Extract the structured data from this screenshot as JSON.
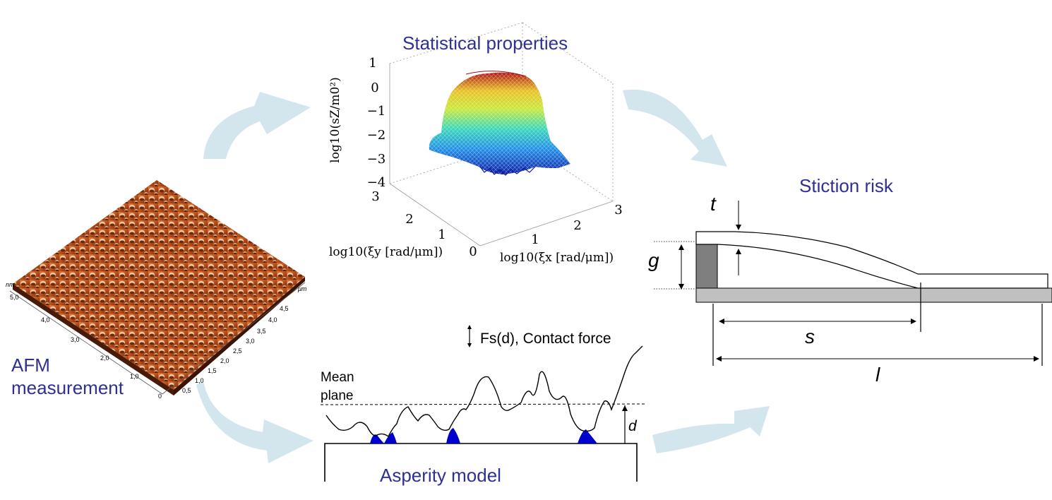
{
  "titles": {
    "statistical": "Statistical properties",
    "stiction": "Stiction risk",
    "asperity": "Asperity model",
    "afm_line1": "AFM",
    "afm_line2": "measurement"
  },
  "psd_plot": {
    "zlabel": "log10(sZ/m0²)",
    "ylabel": "log10(ξy [rad/μm])",
    "xlabel": "log10(ξx [rad/μm])",
    "z_ticks": [
      "1",
      "0",
      "−1",
      "−2",
      "−3",
      "−4"
    ],
    "y_ticks": [
      "3",
      "2",
      "1",
      "0"
    ],
    "x_ticks": [
      "1",
      "2",
      "3"
    ]
  },
  "afm": {
    "unit_nm": "nm",
    "unit_um": "μm",
    "z_tick": "5,0",
    "left_ticks": [
      "4,0",
      "3,0",
      "2,0",
      "1,0",
      "0"
    ],
    "right_ticks": [
      "4,5",
      "4,0",
      "3,5",
      "3,0",
      "2,5",
      "2,0",
      "1,5",
      "1,0",
      "0,5"
    ]
  },
  "asperity_model": {
    "force_label": "Fs(d), Contact force",
    "mean_plane_line1": "Mean",
    "mean_plane_line2": "plane",
    "d_label": "d"
  },
  "stiction": {
    "t_label": "t",
    "g_label": "g",
    "s_label": "s",
    "l_label": "l"
  },
  "colors": {
    "title_blue": "#2e3192",
    "arrow_fill": "#d3e6ee",
    "contact_blue": "#0000cc",
    "anchor_gray": "#7f7f7f",
    "substrate_gray": "#c0c0c0"
  }
}
